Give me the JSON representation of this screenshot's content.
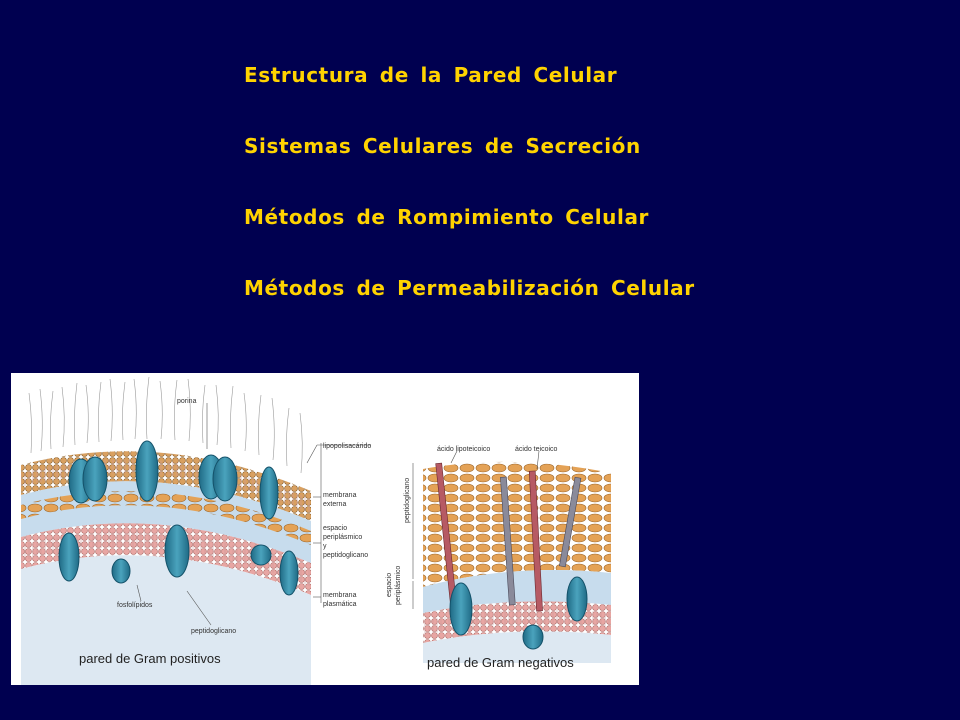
{
  "slide": {
    "bullets": [
      "Estructura de la Pared Celular",
      "Sistemas Celulares de Secreción",
      "Métodos de Rompimiento Celular",
      "Métodos de Permeabilización Celular"
    ]
  },
  "figure": {
    "left_panel": {
      "caption": "pared de Gram positivos",
      "labels": {
        "porina": "porina",
        "lipopolisacarido": "lipopolisacárido",
        "membrana_externa_1": "membrana",
        "membrana_externa_2": "externa",
        "espacio_1": "espacio",
        "espacio_2": "periplásmico",
        "espacio_3": "y",
        "espacio_4": "peptidoglicano",
        "membrana_plasmatica_1": "membrana",
        "membrana_plasmatica_2": "plasmática",
        "fosfolipidos": "fosfolípidos",
        "peptidoglicano": "peptidoglicano"
      }
    },
    "right_panel": {
      "caption": "pared de Gram negativos",
      "labels": {
        "acido_lipoteicoico": "ácido lipoteicoico",
        "acido_teicoico": "ácido teicoico",
        "peptidoglicano_vertical": "peptidoglicano",
        "espacio_vertical_1": "espacio",
        "espacio_vertical_2": "periplásmico"
      }
    },
    "colors": {
      "protein": "#2f7f9a",
      "lipid_head": "#e2a0a0",
      "peptidoglycan": "#e0a050",
      "periplasm": "#c7dced"
    }
  }
}
